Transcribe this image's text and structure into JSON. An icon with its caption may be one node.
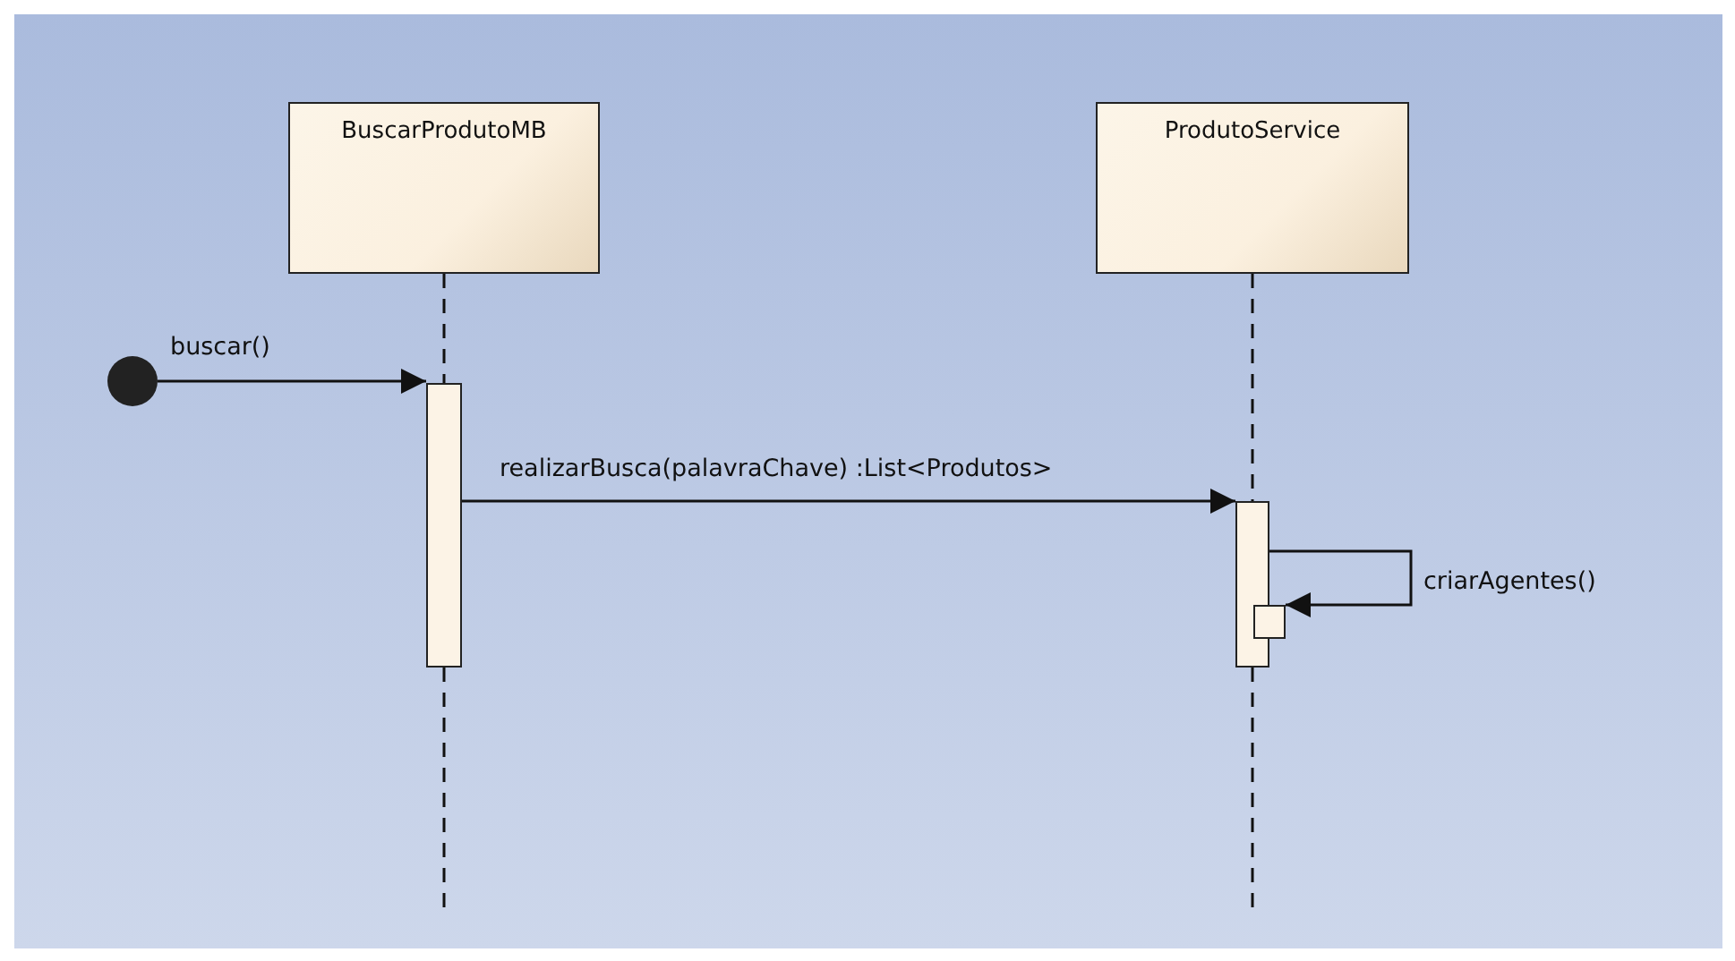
{
  "diagram": {
    "nodes": [
      {
        "text": [
          "BuscarProdutoMB"
        ]
      },
      {
        "text": [
          "ProdutoService"
        ]
      },
      {
        "text": [],
        "shape": "circle"
      },
      {
        "text": [],
        "shape": "bar"
      },
      {
        "text": [],
        "shape": "bar"
      },
      {
        "text": [],
        "shape": "bar"
      }
    ],
    "edges": [
      {
        "from": 0,
        "to": 3,
        "arrow": "none",
        "style": "dashed"
      },
      {
        "from": 3,
        "to": null,
        "arrow": "none",
        "style": "dashed"
      },
      {
        "from": 1,
        "to": 4,
        "arrow": "none",
        "style": "dashed"
      },
      {
        "from": 4,
        "to": null,
        "arrow": "none",
        "style": "dashed"
      },
      {
        "from": 2,
        "to": 3,
        "arrow": "to",
        "label": "buscar()"
      },
      {
        "from": 3,
        "to": 4,
        "arrow": "to",
        "label": "realizarBusca(palavraChave) :List<Produtos>"
      },
      {
        "from": 4,
        "to": 5,
        "arrow": "to",
        "label": "criarAgentes()"
      }
    ]
  }
}
